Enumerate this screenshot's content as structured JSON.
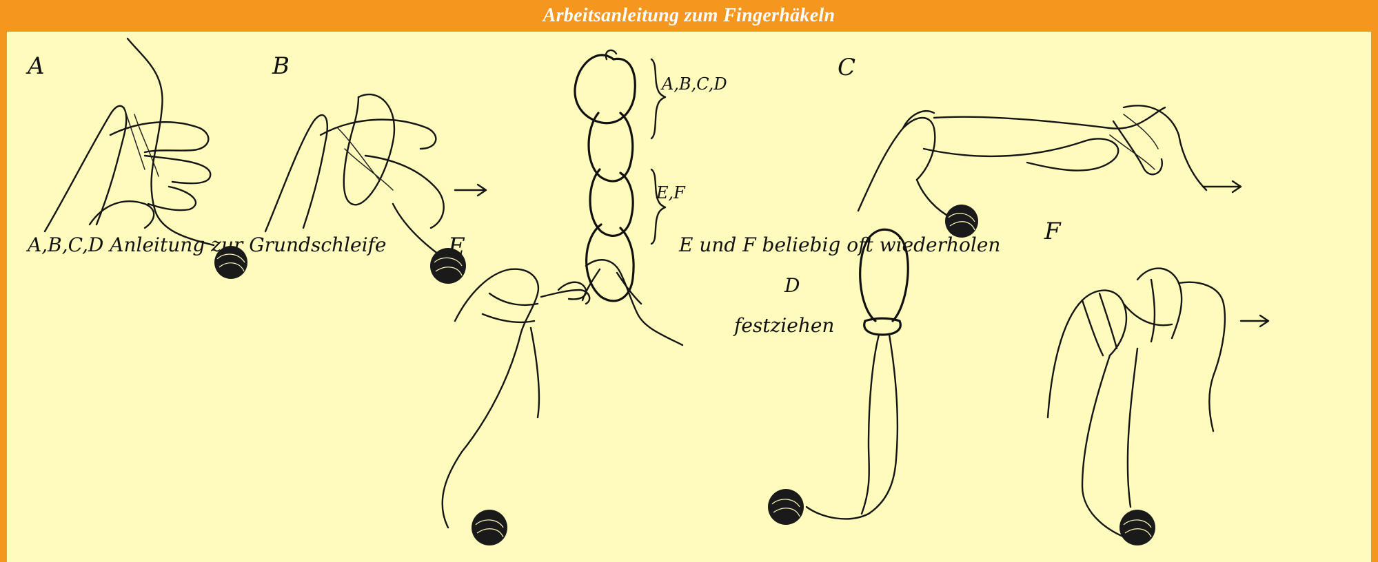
{
  "header": {
    "title": "Arbeitsanleitung zum Fingerhäkeln"
  },
  "labels": {
    "step_a": "A",
    "step_b": "B",
    "step_c": "C",
    "step_d": "D",
    "step_e": "E",
    "step_f": "F",
    "chain_abcd": "A,B,C,D",
    "chain_ef": "E,F",
    "basic_loop_caption": "A,B,C,D Anleitung zur Grundschleife",
    "repeat_caption": "E und F beliebig oft wiederholen",
    "tighten_caption": "festziehen"
  },
  "colors": {
    "frame": "#f5961f",
    "panel": "#fffbbd",
    "ink": "#151515",
    "title_text": "#ffffff"
  },
  "icons": [
    "arrow-right-icon",
    "yarn-ball-icon",
    "hands-illustration",
    "chain-loop-illustration"
  ]
}
